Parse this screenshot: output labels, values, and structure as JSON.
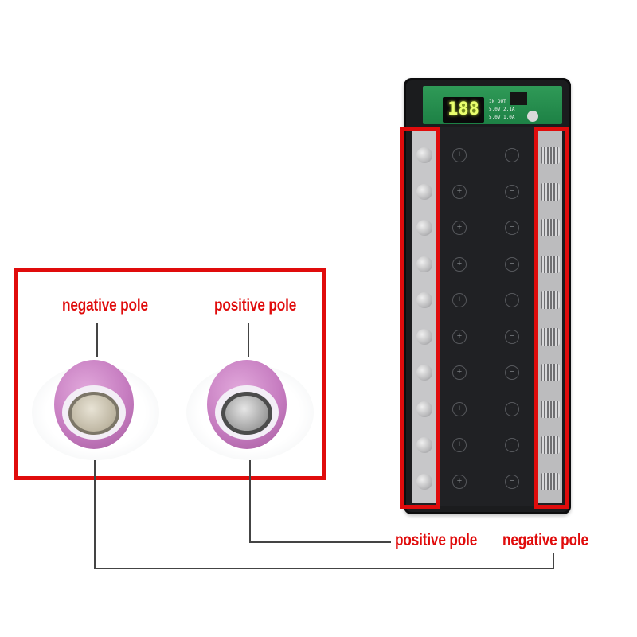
{
  "display": {
    "led_digits": "188",
    "pcb_in_out": "IN  OUT",
    "pcb_rating_1": "5.0V 2.1A",
    "pcb_rating_2": "5.0V 1.0A"
  },
  "callout": {
    "left_label": "negative pole",
    "right_label": "positive pole"
  },
  "bottom_labels": {
    "positive": "positive pole",
    "negative": "negative pole"
  },
  "colors": {
    "accent_red": "#e00c0c",
    "cell_wrap": "#c67cc0",
    "case": "#1b1c1e"
  }
}
